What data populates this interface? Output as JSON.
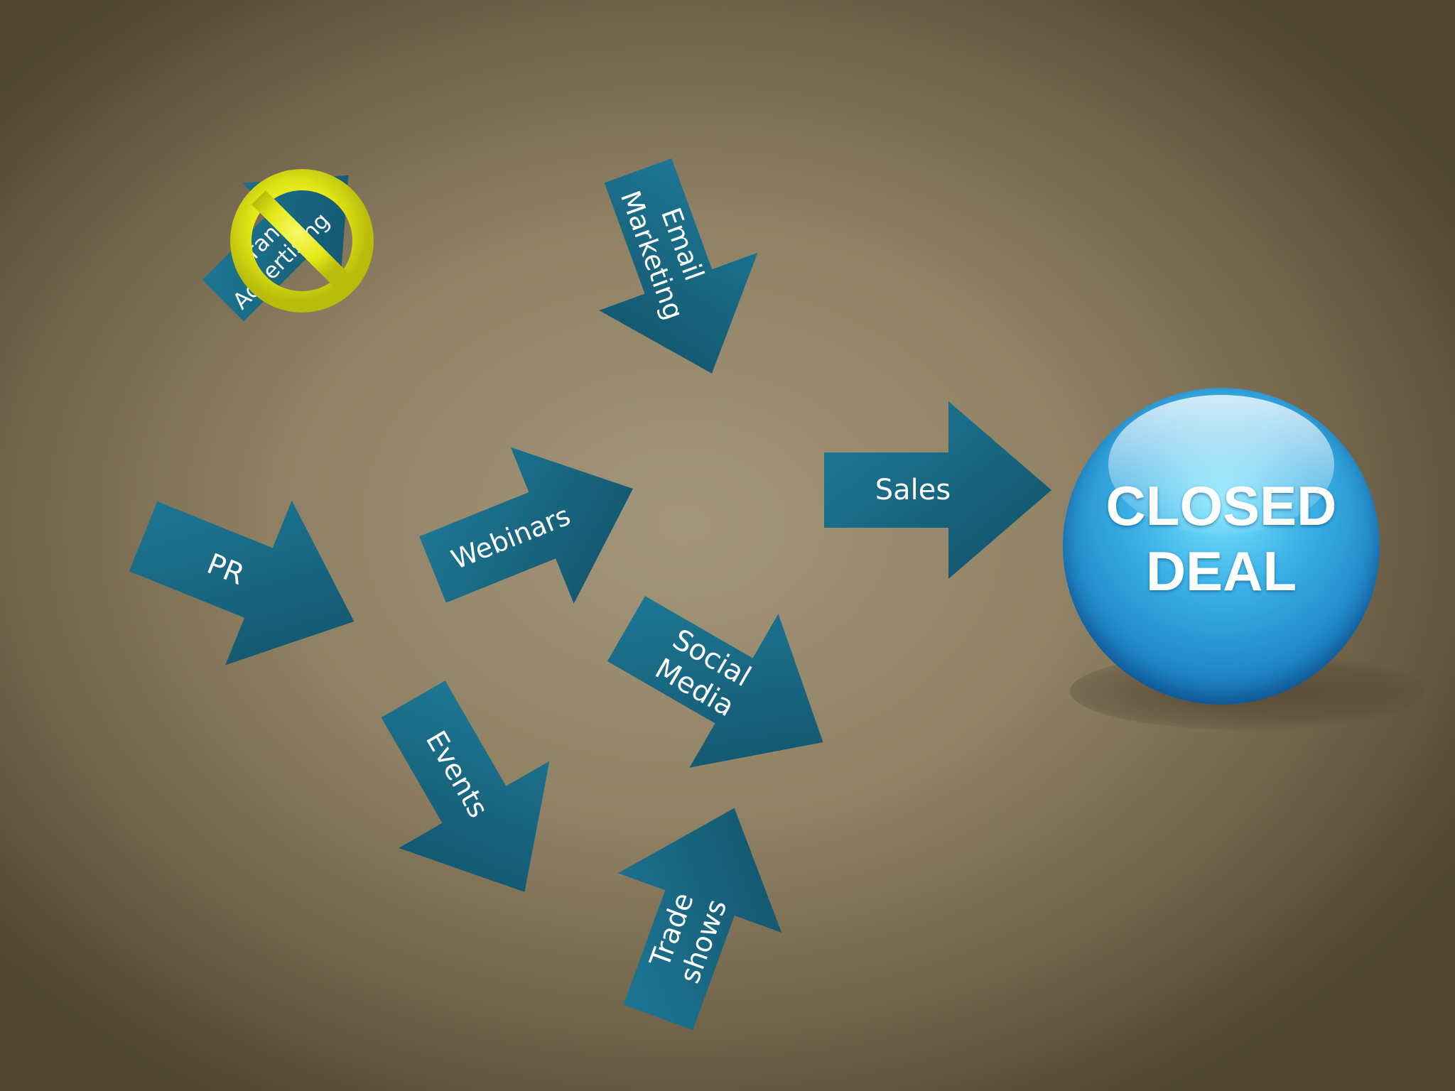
{
  "colors": {
    "arrow_light": "#1f7d9b",
    "arrow_dark": "#124f66",
    "sphere": "#2a9bd8",
    "no_sign": "#e4e817"
  },
  "arrows": [
    {
      "id": "brand-advertising",
      "label": "Brand\nAdvertising",
      "crossed_out": true
    },
    {
      "id": "email-marketing",
      "label": "Email\nMarketing"
    },
    {
      "id": "webinars",
      "label": "Webinars"
    },
    {
      "id": "pr",
      "label": "PR"
    },
    {
      "id": "social-media",
      "label": "Social\nMedia"
    },
    {
      "id": "events",
      "label": "Events"
    },
    {
      "id": "trade-shows",
      "label": "Trade\nshows"
    },
    {
      "id": "sales",
      "label": "Sales"
    }
  ],
  "sphere": {
    "label": "CLOSED\nDEAL"
  },
  "no_sign_icon": "prohibited-icon"
}
